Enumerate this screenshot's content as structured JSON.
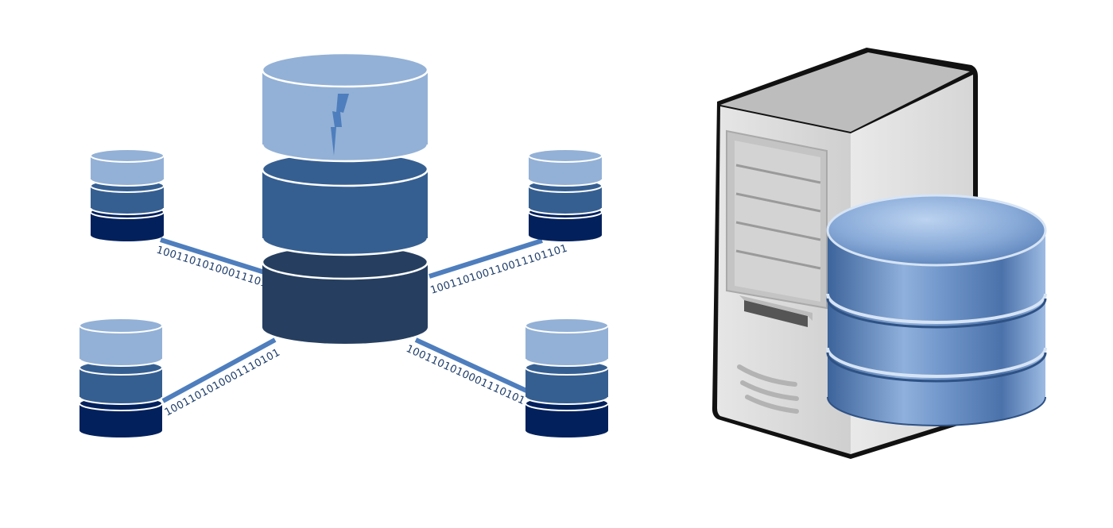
{
  "colors": {
    "light_blue": "#93b1d6",
    "mid_blue": "#365f91",
    "dark_blue": "#263f60",
    "navy": "#02215c",
    "link_line": "#4e7ebd",
    "bit_text": "#1d3d6b",
    "bolt": "#4e7ebd",
    "tower_light": "#dcdcdc",
    "tower_mid": "#c3c3c3",
    "tower_outline": "#111111",
    "db_light": "#a9c6ea",
    "db_mid": "#5b84bc",
    "db_dark": "#34598d"
  },
  "icons": {
    "central_database": "database-icon",
    "satellite_database": "database-icon",
    "server": "server-tower-icon",
    "server_database": "database-icon",
    "central_fault": "lightning-bolt-icon"
  },
  "links": [
    {
      "id": "top-left",
      "bits": "1001101010001110101"
    },
    {
      "id": "top-right",
      "bits": "100110100110011101101"
    },
    {
      "id": "bottom-left",
      "bits": "1001101010001110101"
    },
    {
      "id": "bottom-right",
      "bits": "1001101010001110101"
    }
  ]
}
